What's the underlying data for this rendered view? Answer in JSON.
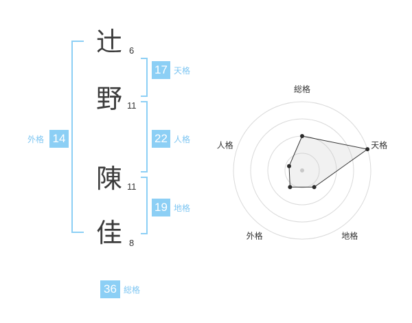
{
  "name": {
    "chars": [
      {
        "char": "辻",
        "strokes": "6"
      },
      {
        "char": "野",
        "strokes": "11"
      },
      {
        "char": "陳",
        "strokes": "11"
      },
      {
        "char": "佳",
        "strokes": "8"
      }
    ]
  },
  "fortunes": {
    "tenkaku": {
      "label": "天格",
      "value": "17"
    },
    "jinkaku": {
      "label": "人格",
      "value": "22"
    },
    "chikaku": {
      "label": "地格",
      "value": "19"
    },
    "gaikaku": {
      "label": "外格",
      "value": "14"
    },
    "soukaku": {
      "label": "総格",
      "value": "36"
    }
  },
  "colors": {
    "accent": "#8ccff5",
    "bracket": "#8ccff5",
    "label": "#7ec6f2"
  },
  "chart_data": {
    "type": "radar",
    "axes": [
      "総格",
      "天格",
      "地格",
      "外格",
      "人格"
    ],
    "values": [
      0.5,
      1.0,
      0.3,
      0.3,
      0.2
    ],
    "rings": 4,
    "range": [
      0,
      1
    ]
  }
}
